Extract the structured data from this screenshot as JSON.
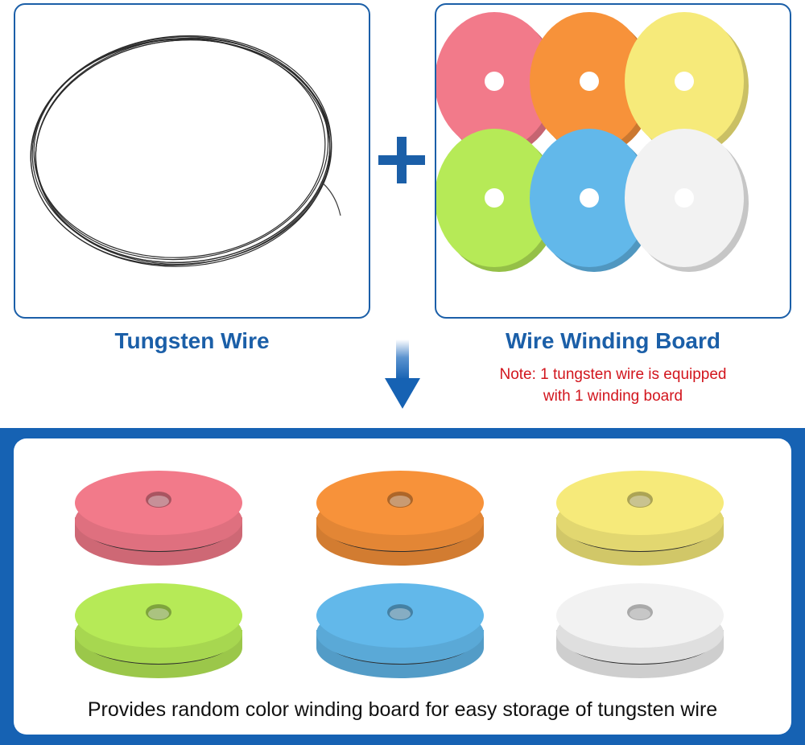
{
  "left_panel": {
    "caption": "Tungsten Wire",
    "image_icon": "coiled-wire"
  },
  "right_panel": {
    "caption": "Wire Winding Board",
    "note_line1": "Note: 1 tungsten wire is equipped",
    "note_line2": "with 1 winding board",
    "disc_colors": [
      "#f27a8a",
      "#f7923a",
      "#f6ea7a",
      "#b6ea57",
      "#62b8ea",
      "#f2f2f2"
    ]
  },
  "connector": {
    "plus_icon": "plus-icon",
    "arrow_icon": "arrow-down-icon"
  },
  "bottom": {
    "caption": "Provides random color winding board for easy storage of tungsten wire",
    "spool_colors": [
      "#f27a8a",
      "#f7923a",
      "#f6ea7a",
      "#b6ea57",
      "#62b8ea",
      "#f2f2f2"
    ]
  },
  "colors": {
    "accent": "#1b5fa8",
    "note": "#d2151d"
  }
}
